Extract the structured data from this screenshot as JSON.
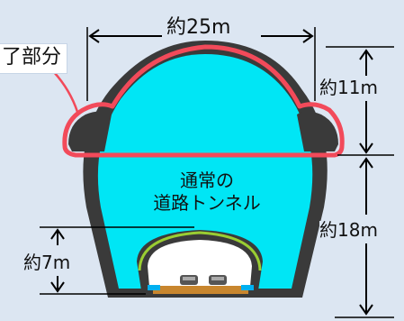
{
  "labels": {
    "width_top": "約25m",
    "part_label": "了部分",
    "height_upper": "約11m",
    "height_lower": "約18m",
    "height_small": "約7m",
    "inner_line1": "通常の",
    "inner_line2": "道路トンネル"
  },
  "colors": {
    "background": "#dce6f2",
    "cavity": "#00e6f5",
    "shell": "#3a3a3a",
    "highlight": "#f24a5a",
    "small_tunnel_rim": "#9acd32",
    "road": "#c8862e"
  }
}
